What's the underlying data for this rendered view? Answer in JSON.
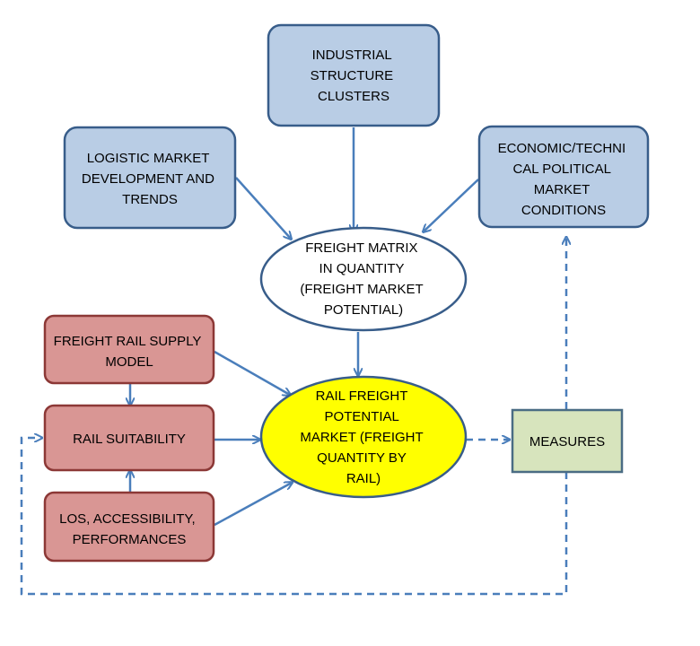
{
  "nodes": {
    "industrial_structure": {
      "lines": [
        "INDUSTRIAL",
        "STRUCTURE",
        "CLUSTERS"
      ]
    },
    "logistic_market": {
      "lines": [
        "LOGISTIC MARKET",
        "DEVELOPMENT AND",
        "TRENDS"
      ]
    },
    "economic_conditions": {
      "lines": [
        "ECONOMIC/TECHNI",
        "CAL POLITICAL",
        "MARKET",
        "CONDITIONS"
      ]
    },
    "freight_matrix": {
      "lines": [
        "FREIGHT MATRIX",
        "IN QUANTITY",
        "(FREIGHT MARKET",
        "POTENTIAL)"
      ]
    },
    "freight_rail_supply": {
      "lines": [
        "FREIGHT RAIL SUPPLY",
        "MODEL"
      ]
    },
    "rail_suitability": {
      "lines": [
        "RAIL SUITABILITY"
      ]
    },
    "los_accessibility": {
      "lines": [
        "LOS, ACCESSIBILITY,",
        "PERFORMANCES"
      ]
    },
    "rail_freight_potential": {
      "lines": [
        "RAIL FREIGHT",
        "POTENTIAL",
        "MARKET (FREIGHT",
        "QUANTITY BY",
        "RAIL)"
      ]
    },
    "measures": {
      "lines": [
        "MEASURES"
      ]
    }
  },
  "colors": {
    "blue_fill": "#b9cde5",
    "blue_stroke": "#385d8a",
    "red_fill": "#d99694",
    "red_stroke": "#8c3836",
    "green_fill": "#d7e4bd",
    "green_stroke": "#4a6c84",
    "yellow_fill": "#ffff00",
    "white_fill": "#ffffff",
    "arrow": "#4a7ebb"
  }
}
